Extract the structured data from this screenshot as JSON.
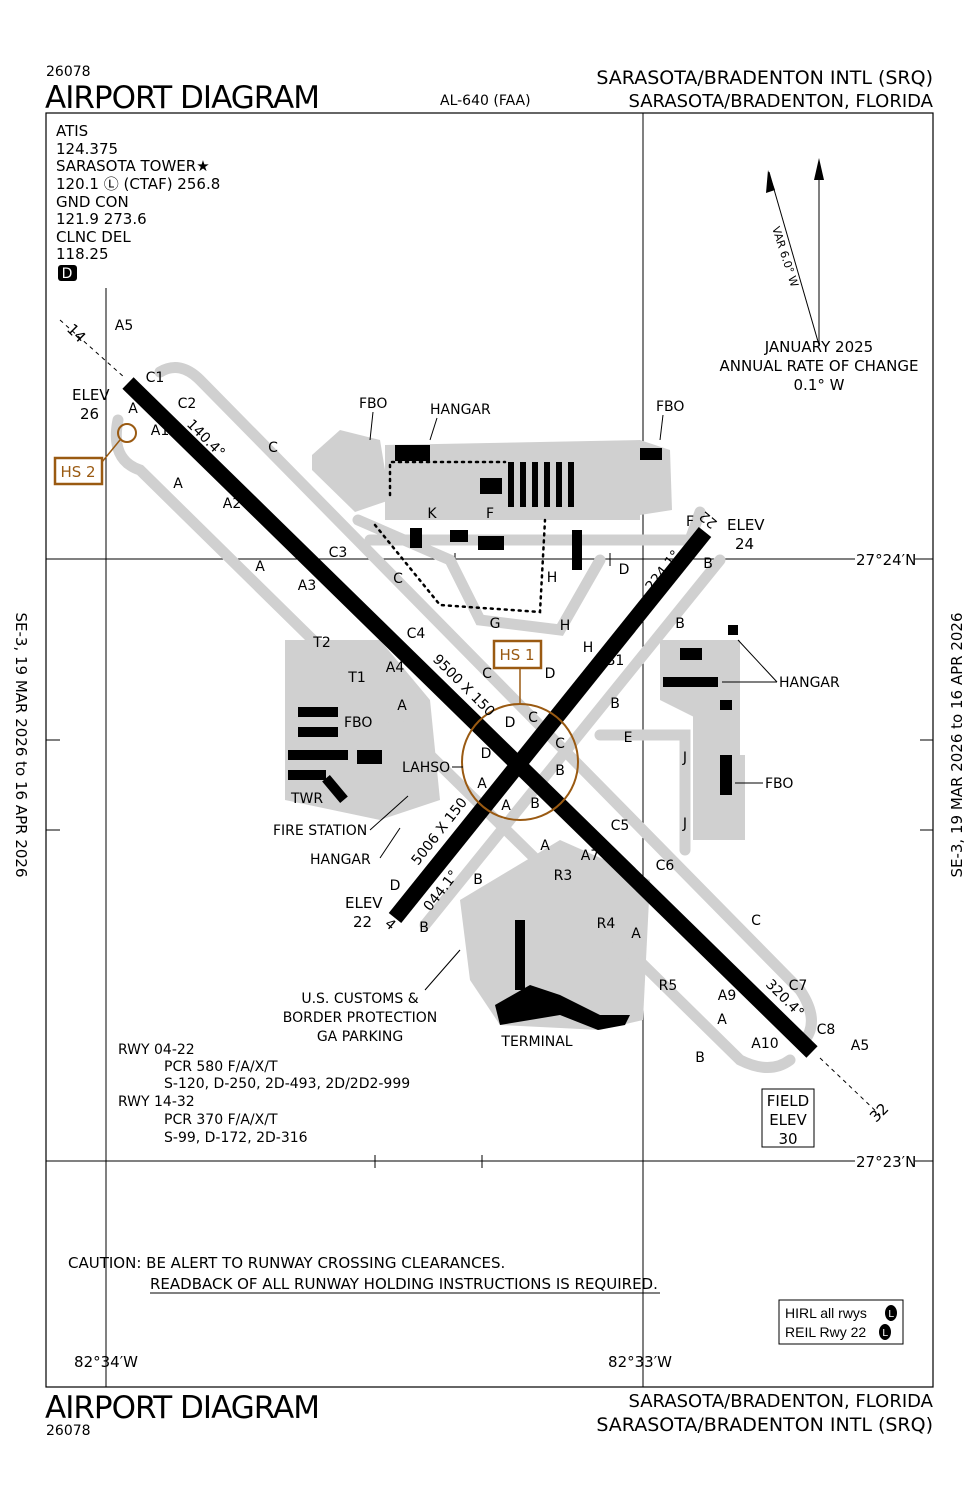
{
  "header": {
    "chart_number": "26078",
    "title": "AIRPORT DIAGRAM",
    "procedure_id": "AL-640 (FAA)",
    "airport_name": "SARASOTA/BRADENTON INTL (SRQ)",
    "city_state": "SARASOTA/BRADENTON, FLORIDA"
  },
  "footer": {
    "chart_number": "26078",
    "title": "AIRPORT DIAGRAM",
    "city_state": "SARASOTA/BRADENTON, FLORIDA",
    "airport_name": "SARASOTA/BRADENTON INTL (SRQ)"
  },
  "effective_dates": "SE-3,  19 MAR 2026  to  16 APR 2026",
  "frequencies": [
    "ATIS",
    "124.375",
    "SARASOTA TOWER★",
    "120.1 Ⓛ (CTAF) 256.8",
    "GND CON",
    "121.9  273.6",
    "CLNC DEL",
    "118.25"
  ],
  "d_symbol": "D",
  "magnetic_variation": {
    "var_label": "VAR 6.0° W",
    "date": "JANUARY 2025",
    "rate_label": "ANNUAL RATE OF CHANGE",
    "rate": "0.1° W"
  },
  "coordinates": {
    "lat_north": "27°24′N",
    "lat_south": "27°23′N",
    "lon_west": "82°34′W",
    "lon_east": "82°33′W"
  },
  "runways": {
    "rwy_14_32": {
      "end_a": "14",
      "end_b": "32",
      "heading_a": "140.4°",
      "heading_b": "320.4°",
      "dims": "9500 X 150"
    },
    "rwy_04_22": {
      "end_a": "4",
      "end_b": "22",
      "heading_a": "044.1°",
      "heading_b": "224.1°",
      "dims": "5006 X 150"
    }
  },
  "elevations": {
    "elev_label": "ELEV",
    "rwy14": "26",
    "rwy22": "24",
    "rwy4": "22",
    "field_label_1": "FIELD",
    "field_label_2": "ELEV",
    "field": "30"
  },
  "hot_spots": [
    "HS 1",
    "HS 2"
  ],
  "facility_labels": {
    "fbo": "FBO",
    "hangar": "HANGAR",
    "twr": "TWR",
    "fire_station": "FIRE STATION",
    "lahso": "LAHSO",
    "terminal": "TERMINAL",
    "customs_1": "U.S. CUSTOMS &",
    "customs_2": "BORDER PROTECTION",
    "customs_3": "GA PARKING"
  },
  "taxiway_labels": [
    "C1",
    "C2",
    "A1",
    "A",
    "A2",
    "C",
    "A",
    "A3",
    "C3",
    "C",
    "T2",
    "T1",
    "A4",
    "C4",
    "A",
    "D",
    "C",
    "D",
    "C",
    "A",
    "B",
    "A",
    "B",
    "C",
    "C5",
    "A7",
    "R3",
    "A",
    "C6",
    "R4",
    "A",
    "R5",
    "A9",
    "A10",
    "A",
    "C7",
    "C8",
    "C",
    "D",
    "H",
    "B1",
    "B",
    "B",
    "B",
    "E",
    "J",
    "J",
    "F",
    "K",
    "F",
    "G",
    "H",
    "H",
    "D",
    "B",
    "A",
    "B",
    "A5",
    "A5",
    "D",
    "B"
  ],
  "runway_data": {
    "rwy_04_22_label": "RWY 04-22",
    "rwy_04_22_pcr": "PCR 580 F/A/X/T",
    "rwy_04_22_weights": "S-120, D-250, 2D-493, 2D/2D2-999",
    "rwy_14_32_label": "RWY 14-32",
    "rwy_14_32_pcr": "PCR 370 F/A/X/T",
    "rwy_14_32_weights": "S-99, D-172, 2D-316"
  },
  "caution": {
    "line1": "CAUTION: BE ALERT TO RUNWAY CROSSING CLEARANCES.",
    "line2": "READBACK OF ALL RUNWAY HOLDING INSTRUCTIONS IS REQUIRED."
  },
  "lighting": {
    "line1": "HIRL all rwys",
    "line2": "REIL Rwy 22",
    "badge": "L"
  },
  "colors": {
    "hotspot": "#9a5a12",
    "pavement": "#d0d0d0",
    "runway": "#000000"
  }
}
